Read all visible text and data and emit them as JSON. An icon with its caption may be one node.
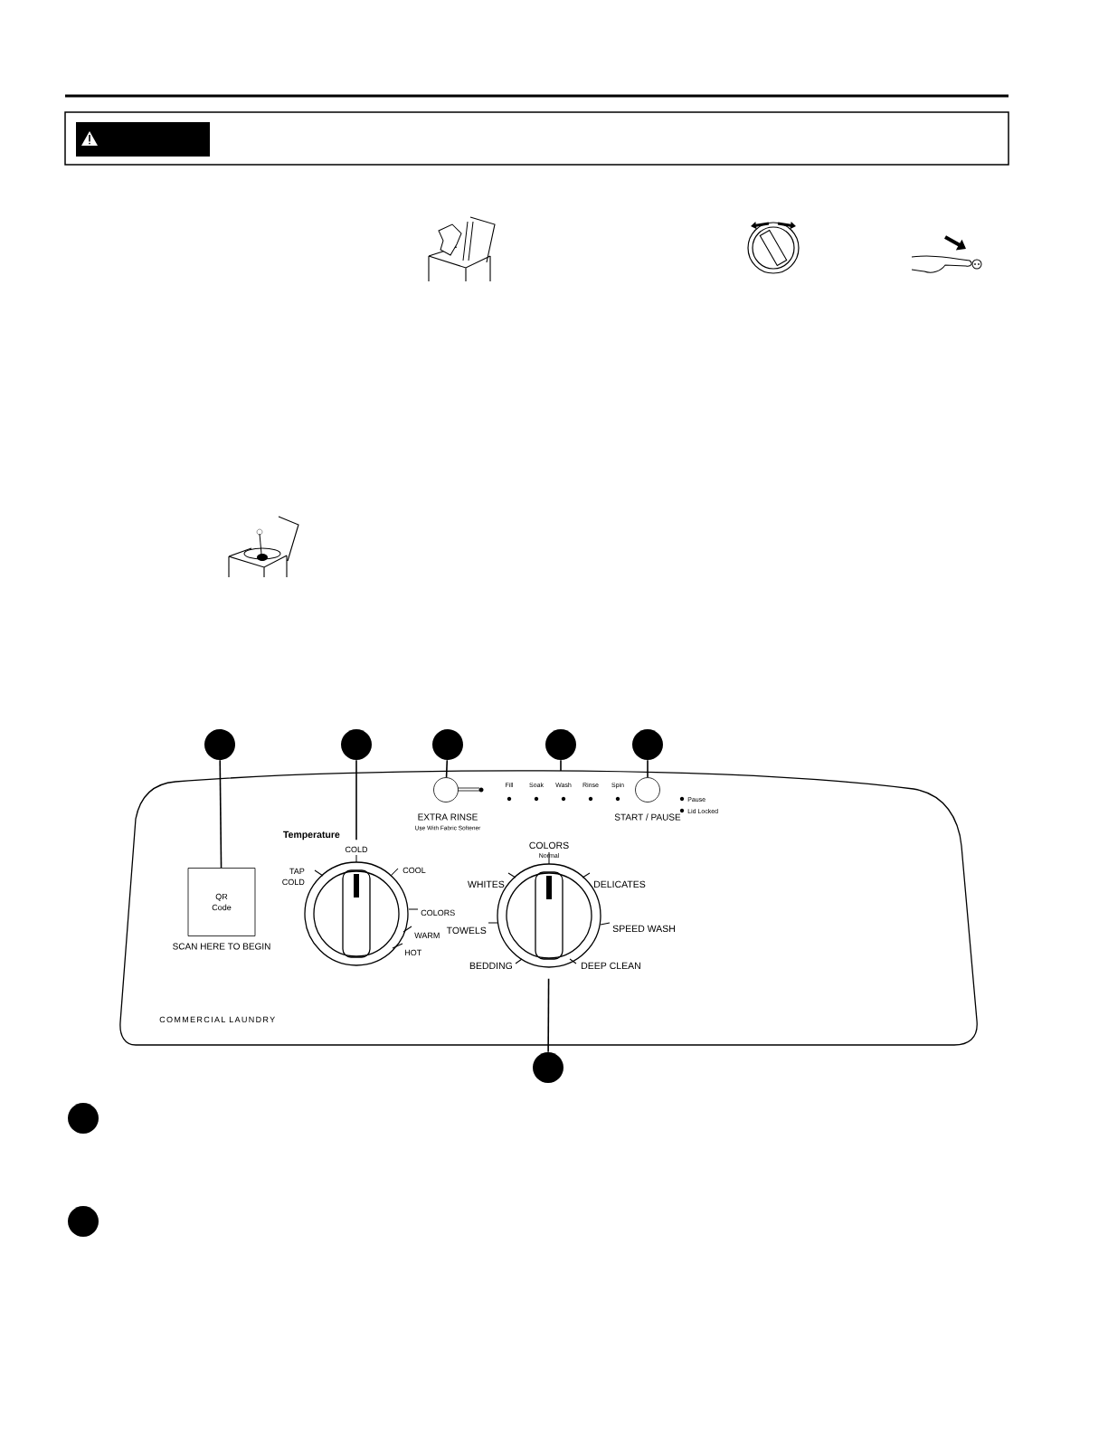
{
  "diagram": {
    "nodes": [
      {
        "text": [],
        "shape": "circle"
      },
      {
        "text": [],
        "shape": "circle"
      },
      {
        "text": [],
        "shape": "circle"
      },
      {
        "text": [],
        "shape": "circle"
      },
      {
        "text": [],
        "shape": "circle"
      },
      {
        "text": [
          "QR Code"
        ],
        "beside": [
          "SCAN HERE TO BEGIN"
        ]
      },
      {
        "text": [],
        "shape": "circle"
      },
      {
        "text": [],
        "shape": "circle",
        "beside": [
          "EXTRA RINSE",
          "Use With Fabric Softener"
        ]
      },
      {
        "text": [],
        "shape": "circle",
        "beside": [
          "START / PAUSE"
        ]
      },
      {
        "text": [],
        "shape": "circle"
      },
      {
        "text": [],
        "shape": "circle"
      },
      {
        "text": [],
        "shape": "circle"
      },
      {
        "text": [],
        "shape": "circle"
      }
    ],
    "edges": [
      {
        "from": 0,
        "to": 5,
        "arrow": "none"
      },
      {
        "from": 1,
        "to": 6,
        "arrow": "none"
      },
      {
        "from": 2,
        "to": 7,
        "arrow": "none"
      },
      {
        "from": 3,
        "to": null,
        "arrow": "none"
      },
      {
        "from": 4,
        "to": 8,
        "arrow": "none"
      },
      {
        "from": 10,
        "to": 9,
        "arrow": "none"
      }
    ],
    "labels": [
      "Temperature",
      "COLD",
      "TAP COLD",
      "COOL",
      "COLORS",
      "WARM",
      "HOT",
      "Fill",
      "Soak",
      "Wash",
      "Rinse",
      "Spin",
      "Pause",
      "Lid Locked",
      "COLORS",
      "Normal",
      "WHITES",
      "DELICATES",
      "TOWELS",
      "SPEED WASH",
      "BEDDING",
      "DEEP CLEAN",
      "COMMERCIAL LAUNDRY"
    ]
  }
}
